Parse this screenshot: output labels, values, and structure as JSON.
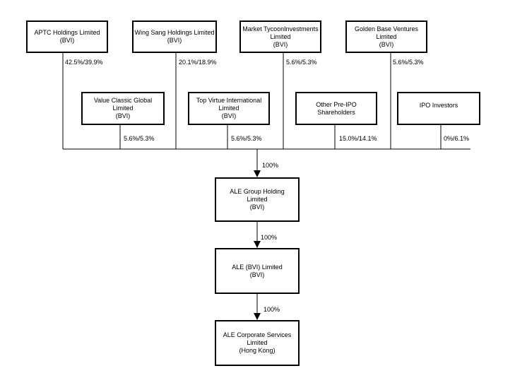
{
  "top_shareholders": [
    {
      "lines": [
        "APTC Holdings Limited",
        "(BVI)"
      ],
      "stake": "42.5%/39.9%"
    },
    {
      "lines": [
        "Wing Sang Holdings Limited",
        "(BVI)"
      ],
      "stake": "20.1%/18.9%"
    },
    {
      "lines": [
        "Market TycoonInvestments",
        "Limited",
        "(BVI)"
      ],
      "stake": "5.6%/5.3%"
    },
    {
      "lines": [
        "Golden Base Ventures",
        "Limited",
        "(BVI)"
      ],
      "stake": "5.6%/5.3%"
    }
  ],
  "second_shareholders": [
    {
      "lines": [
        "Value Classic Global",
        "Limited",
        "(BVI)"
      ],
      "stake": "5.6%/5.3%"
    },
    {
      "lines": [
        "Top Virtue International",
        "Limited",
        "(BVI)"
      ],
      "stake": "5.6%/5.3%"
    },
    {
      "lines": [
        "Other Pre-IPO",
        "Shareholders"
      ],
      "stake": "15.0%/14.1%"
    },
    {
      "lines": [
        "IPO Investors"
      ],
      "stake": "0%/6.1%"
    }
  ],
  "chain": [
    {
      "lines": [
        "ALE Group Holding",
        "Limited",
        "(BVI)"
      ],
      "stake_in": "100%"
    },
    {
      "lines": [
        "ALE (BVI) Limited",
        "(BVI)"
      ],
      "stake_in": "100%"
    },
    {
      "lines": [
        "ALE Corporate Services",
        "Limited",
        "(Hong Kong)"
      ],
      "stake_in": "100%"
    }
  ]
}
